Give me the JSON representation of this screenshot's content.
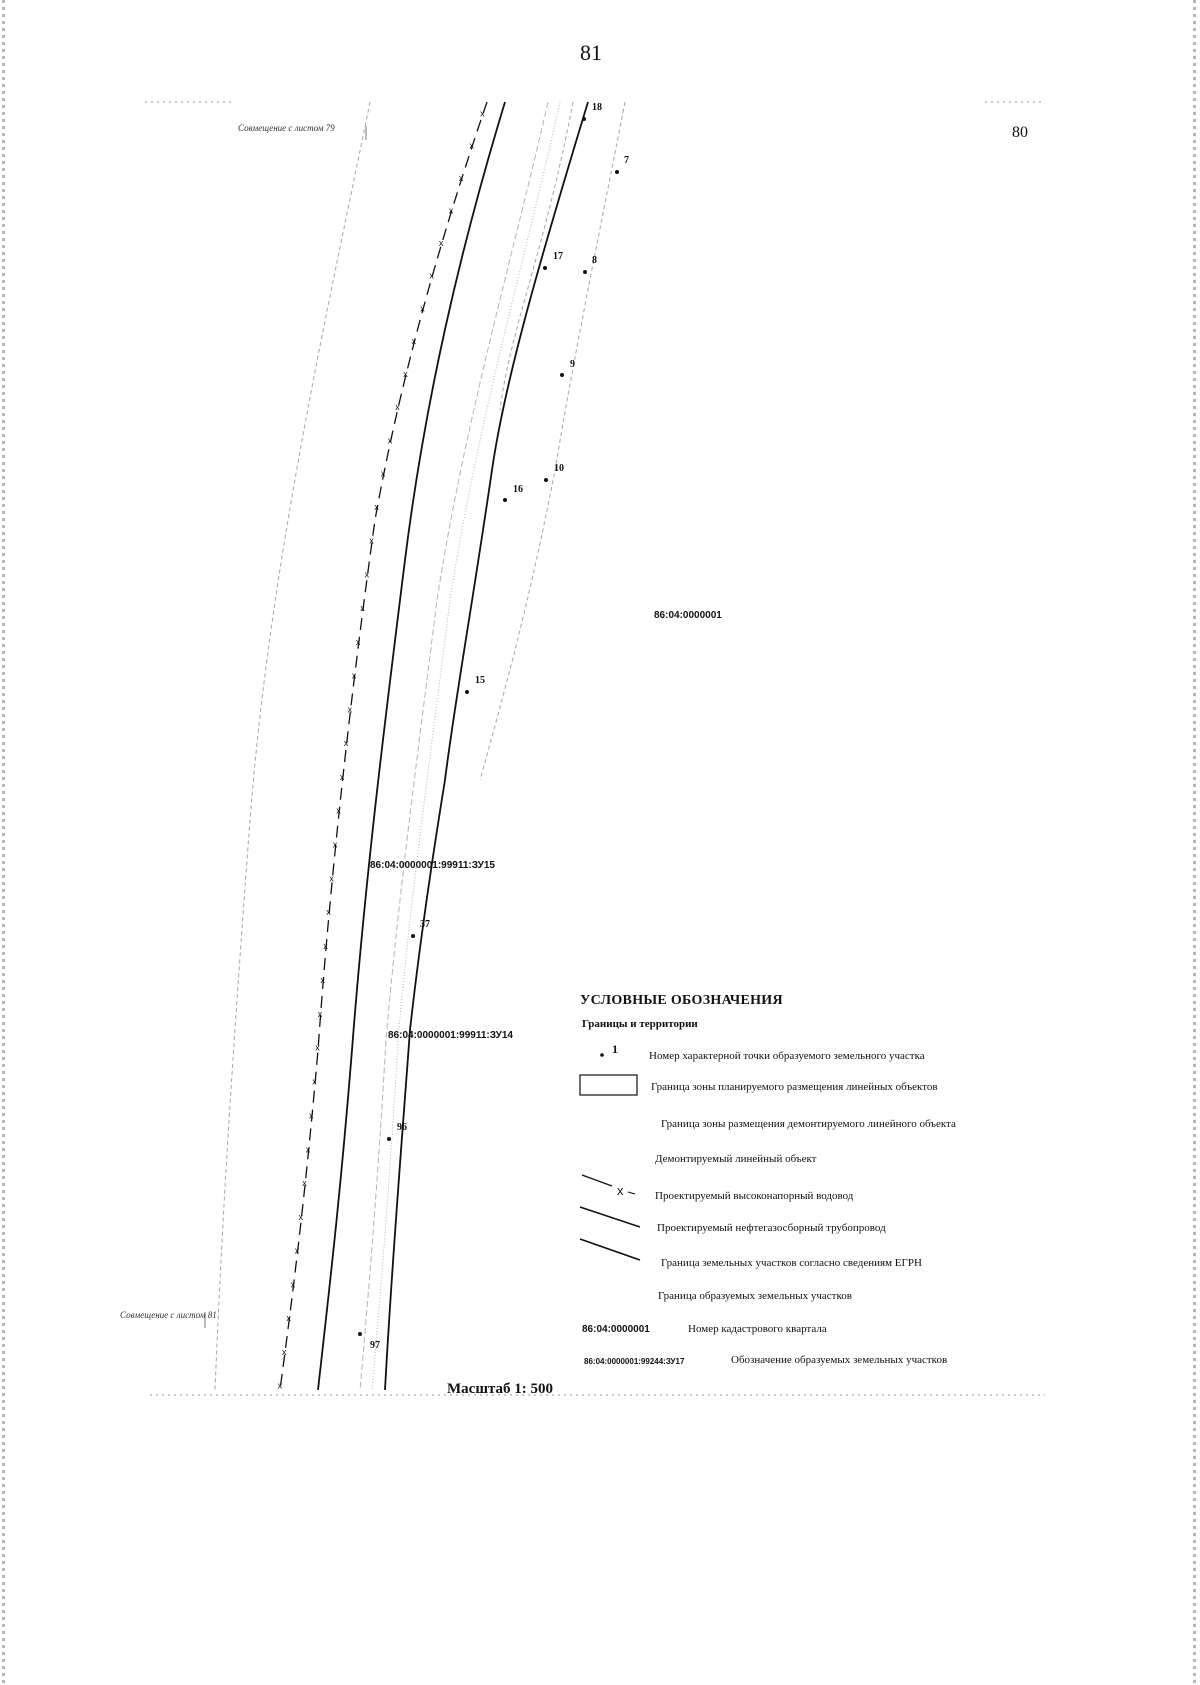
{
  "page_number": "81",
  "sheet_number": "80",
  "match_lines": {
    "top": "Совмещение с листом 79",
    "bottom": "Совмещение с листом 81"
  },
  "points": [
    {
      "label": "18"
    },
    {
      "label": "7"
    },
    {
      "label": "17"
    },
    {
      "label": "8"
    },
    {
      "label": "9"
    },
    {
      "label": "16"
    },
    {
      "label": "10"
    },
    {
      "label": "15"
    },
    {
      "label": "37"
    },
    {
      "label": "96"
    },
    {
      "label": "97"
    }
  ],
  "cadastral_labels": {
    "quarter": "86:04:0000001",
    "zu15": "86:04:0000001:99911:ЗУ15",
    "zu14": "86:04:0000001:99911:ЗУ14"
  },
  "scale": "Масштаб 1: 500",
  "legend": {
    "title": "УСЛОВНЫЕ ОБОЗНАЧЕНИЯ",
    "subtitle": "Границы и территории",
    "items": [
      {
        "symbol_text": "1",
        "text": "Номер характерной точки образуемого земельного участка"
      },
      {
        "text": "Граница зоны планируемого размещения линейных объектов"
      },
      {
        "text": "Граница зоны размещения демонтируемого линейного объекта"
      },
      {
        "text": "Демонтируемый линейный объект"
      },
      {
        "text": "Проектируемый высоконапорный водовод"
      },
      {
        "text": "Проектируемый нефтегазосборный трубопровод"
      },
      {
        "text": "Граница земельных участков согласно сведениям ЕГРН"
      },
      {
        "text": "Граница образуемых земельных участков"
      },
      {
        "symbol_text": "86:04:0000001",
        "text": "Номер кадастрового квартала"
      },
      {
        "symbol_text": "86:04:0000001:99244:ЗУ17",
        "text": "Обозначение образуемых земельных участков"
      }
    ]
  },
  "colors": {
    "ink": "#111111",
    "faint_line": "#9a9a9a",
    "background": "#ffffff"
  }
}
